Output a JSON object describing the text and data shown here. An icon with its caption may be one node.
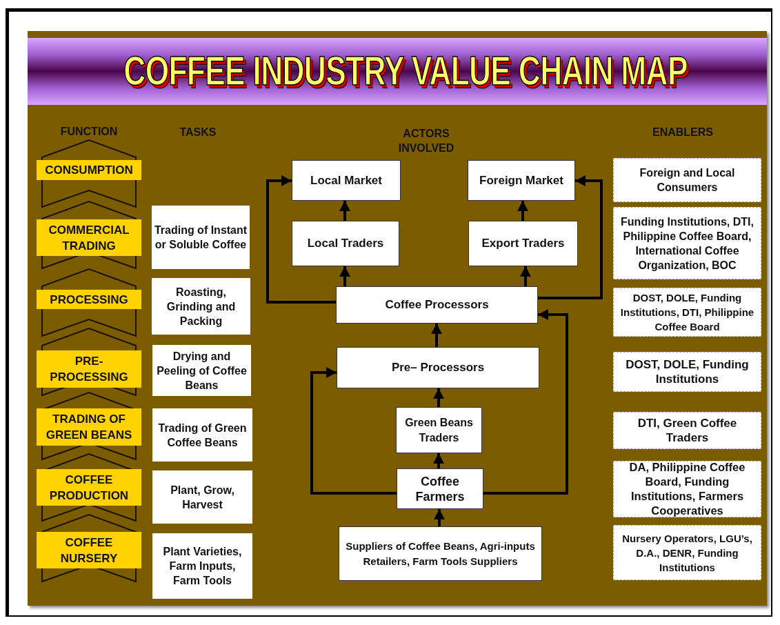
{
  "diagram": {
    "title": "COFFEE INDUSTRY VALUE CHAIN MAP",
    "nodes": [
      {
        "text": [
          "CONSUMPTION"
        ]
      },
      {
        "text": [
          "COMMERCIAL TRADING"
        ]
      },
      {
        "text": [
          "PROCESSING"
        ]
      },
      {
        "text": [
          "PRE- PROCESSING"
        ]
      },
      {
        "text": [
          "TRADING OF GREEN BEANS"
        ]
      },
      {
        "text": [
          "COFFEE PRODUCTION"
        ]
      },
      {
        "text": [
          "COFFEE NURSERY"
        ]
      },
      {
        "text": [
          "Trading of Instant or Soluble Coffee"
        ]
      },
      {
        "text": [
          "Roasting, Grinding and Packing"
        ]
      },
      {
        "text": [
          "Drying and Peeling of Coffee Beans"
        ]
      },
      {
        "text": [
          "Trading of Green Coffee Beans"
        ]
      },
      {
        "text": [
          "Plant, Grow, Harvest"
        ]
      },
      {
        "text": [
          "Plant Varieties, Farm Inputs, Farm Tools"
        ]
      },
      {
        "text": [
          "Local Market"
        ]
      },
      {
        "text": [
          "Foreign Market"
        ]
      },
      {
        "text": [
          "Local Traders"
        ]
      },
      {
        "text": [
          "Export Traders"
        ]
      },
      {
        "text": [
          "Coffee Processors"
        ]
      },
      {
        "text": [
          "Pre– Processors"
        ]
      },
      {
        "text": [
          "Green Beans Traders"
        ]
      },
      {
        "text": [
          "Coffee Farmers"
        ]
      },
      {
        "text": [
          "Suppliers of Coffee Beans, Agri-inputs Retailers, Farm Tools Suppliers"
        ]
      },
      {
        "text": [
          "Foreign and Local Consumers"
        ]
      },
      {
        "text": [
          "Funding Institutions, DTI, Philippine Coffee Board, International Coffee Organization, BOC"
        ]
      },
      {
        "text": [
          "DOST, DOLE, Funding Institutions, DTI, Philippine Coffee Board"
        ]
      },
      {
        "text": [
          "DOST, DOLE, Funding Institutions"
        ]
      },
      {
        "text": [
          "DTI, Green Coffee Traders"
        ]
      },
      {
        "text": [
          "DA, Philippine Coffee Board, Funding Institutions, Farmers Cooperatives"
        ]
      },
      {
        "text": [
          "Nursery Operators, LGU’s, D.A., DENR, Funding Institutions"
        ]
      }
    ],
    "edges": [
      {
        "from": 15,
        "to": 13,
        "arrow": "to"
      },
      {
        "from": 16,
        "to": 14,
        "arrow": "to"
      },
      {
        "from": 17,
        "to": 15,
        "arrow": "to"
      },
      {
        "from": 17,
        "to": 16,
        "arrow": "to"
      },
      {
        "from": 17,
        "to": 13,
        "arrow": "to"
      },
      {
        "from": 17,
        "to": 14,
        "arrow": "to"
      },
      {
        "from": 18,
        "to": 17,
        "arrow": "to"
      },
      {
        "from": 19,
        "to": 18,
        "arrow": "to"
      },
      {
        "from": 20,
        "to": 19,
        "arrow": "to"
      },
      {
        "from": 20,
        "to": 18,
        "arrow": "to"
      },
      {
        "from": 20,
        "to": 17,
        "arrow": "to"
      },
      {
        "from": 21,
        "to": 20,
        "arrow": "to"
      }
    ],
    "labels": [
      "FUNCTION",
      "TASKS",
      "ACTORS INVOLVED",
      "ENABLERS"
    ]
  }
}
